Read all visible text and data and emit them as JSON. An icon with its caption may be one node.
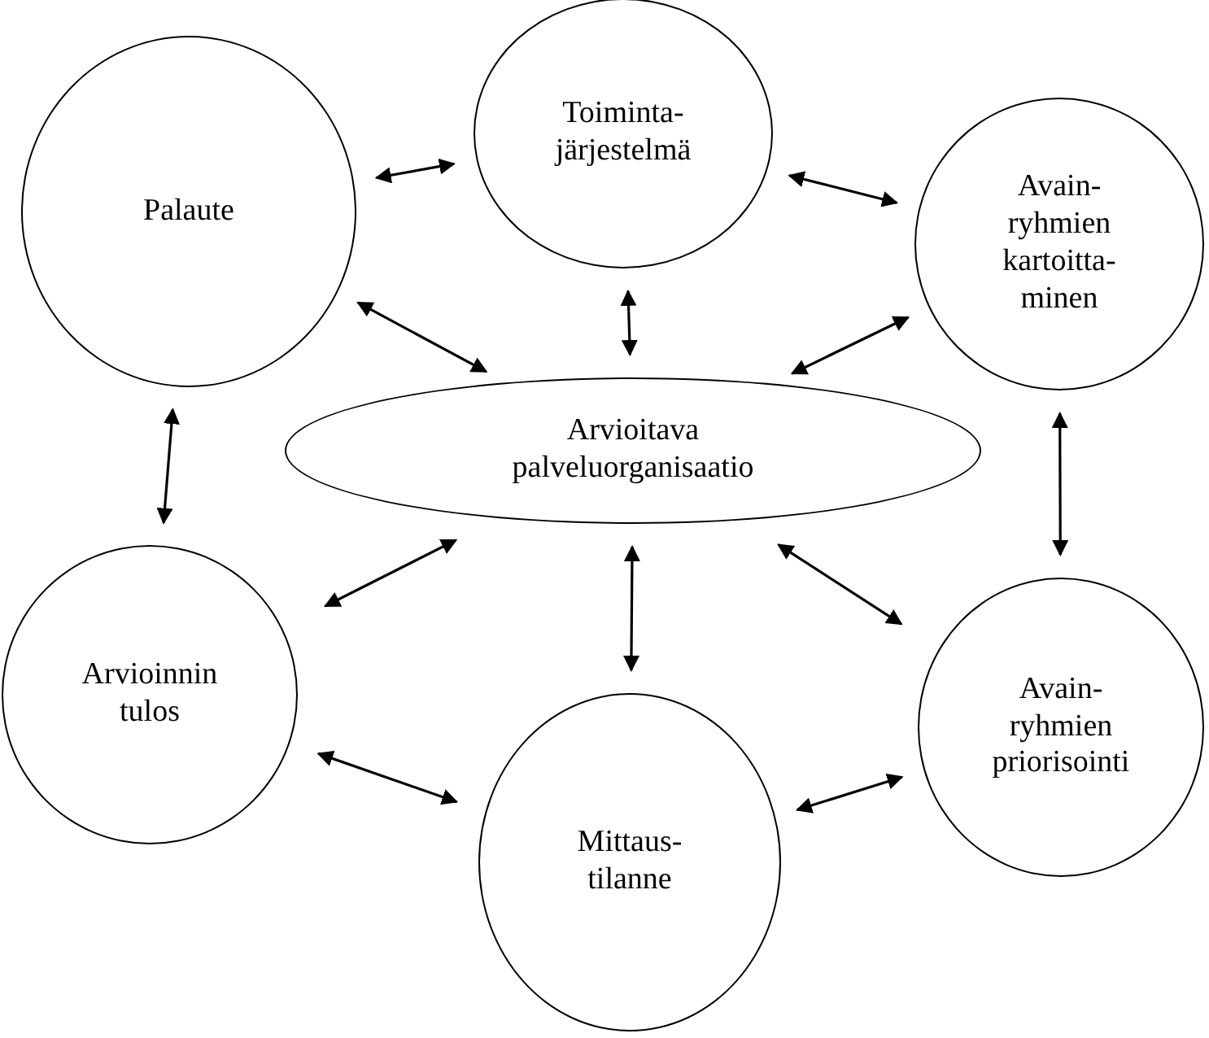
{
  "diagram": {
    "nodes": [
      {
        "text": [
          "Toiminta- järjestelmä"
        ]
      },
      {
        "text": [
          "Palaute"
        ]
      },
      {
        "text": [
          "Avain- ryhmien kartoitta- minen"
        ]
      },
      {
        "text": [
          "Arvioitava palveluorganisaatio"
        ]
      },
      {
        "text": [
          "Arvioinnin tulos"
        ]
      },
      {
        "text": [
          "Avain- ryhmien priorisointi"
        ]
      },
      {
        "text": [
          "Mittaus- tilanne"
        ]
      }
    ],
    "edges": [
      {
        "from": 1,
        "to": 0,
        "arrow": "both"
      },
      {
        "from": 0,
        "to": 2,
        "arrow": "both"
      },
      {
        "from": 0,
        "to": 3,
        "arrow": "both"
      },
      {
        "from": 1,
        "to": 3,
        "arrow": "both"
      },
      {
        "from": 2,
        "to": 3,
        "arrow": "both"
      },
      {
        "from": 1,
        "to": 4,
        "arrow": "both"
      },
      {
        "from": 2,
        "to": 5,
        "arrow": "both"
      },
      {
        "from": 3,
        "to": 4,
        "arrow": "both"
      },
      {
        "from": 3,
        "to": 6,
        "arrow": "both"
      },
      {
        "from": 3,
        "to": 5,
        "arrow": "both"
      },
      {
        "from": 4,
        "to": 6,
        "arrow": "both"
      },
      {
        "from": 6,
        "to": 5,
        "arrow": "both"
      }
    ]
  }
}
